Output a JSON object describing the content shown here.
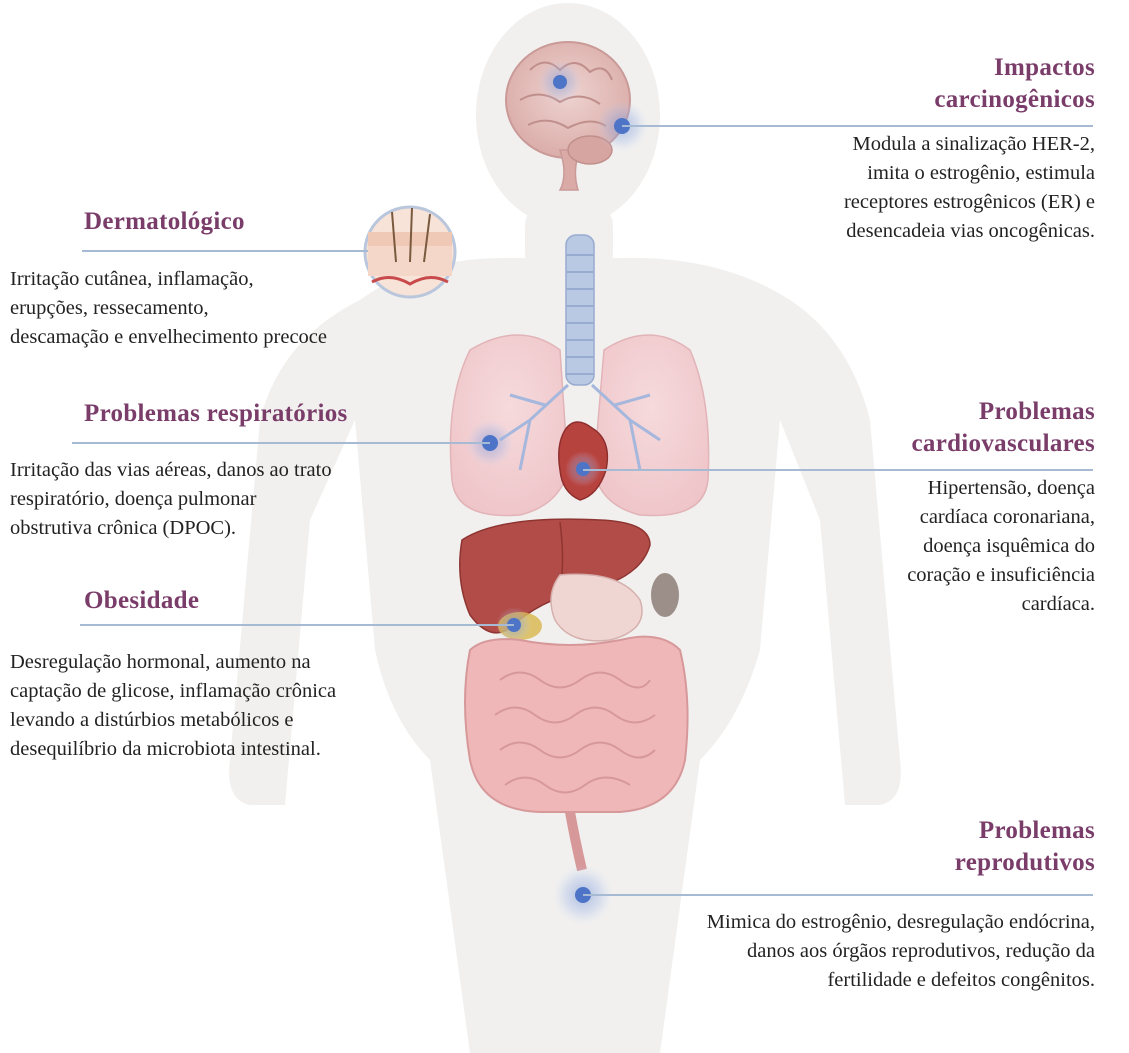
{
  "colors": {
    "title": "#7a3d6a",
    "text": "#222222",
    "connector": "#a7bad4",
    "marker": "#4d74c6",
    "body": "#f1f0ef"
  },
  "icons": [
    "brain-icon",
    "skin-cross-section-icon",
    "trachea-icon",
    "lungs-icon",
    "heart-icon",
    "liver-icon",
    "stomach-icon",
    "intestines-icon",
    "reproductive-marker-icon"
  ],
  "sections": {
    "carcinogenic": {
      "title_lines": [
        "Impactos",
        "carcinogênicos"
      ],
      "lines": [
        "Modula a sinalização HER-2,",
        "imita o estrogênio, estimula",
        "receptores estrogênicos (ER) e",
        "desencadeia vias oncogênicas."
      ]
    },
    "dermatological": {
      "title_lines": [
        "Dermatológico"
      ],
      "lines": [
        "Irritação cutânea, inflamação,",
        "erupções, ressecamento,",
        "descamação e envelhecimento precoce"
      ]
    },
    "respiratory": {
      "title_lines": [
        "Problemas respiratórios"
      ],
      "lines": [
        "Irritação das vias aéreas, danos ao trato",
        "respiratório, doença pulmonar",
        "obstrutiva crônica (DPOC)."
      ]
    },
    "cardiovascular": {
      "title_lines": [
        "Problemas",
        "cardiovasculares"
      ],
      "lines": [
        "Hipertensão, doença",
        "cardíaca coronariana,",
        "doença isquêmica do",
        "coração e insuficiência",
        "cardíaca."
      ]
    },
    "obesity": {
      "title_lines": [
        "Obesidade"
      ],
      "lines": [
        "Desregulação hormonal, aumento na",
        "captação de glicose, inflamação crônica",
        "levando a distúrbios metabólicos e",
        "desequilíbrio da microbiota intestinal."
      ]
    },
    "reproductive": {
      "title_lines": [
        "Problemas",
        "reprodutivos"
      ],
      "lines": [
        "Mimica do estrogênio, desregulação endócrina,",
        "danos aos órgãos reprodutivos, redução da",
        "fertilidade e defeitos congênitos."
      ]
    }
  }
}
